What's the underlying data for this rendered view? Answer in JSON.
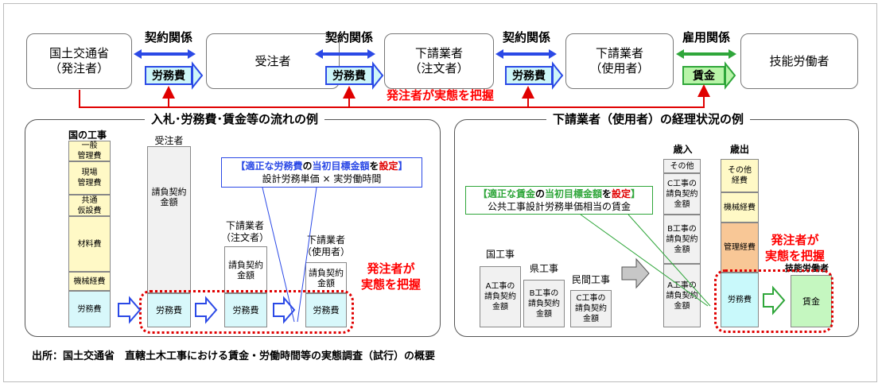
{
  "top": {
    "entities": [
      {
        "line1": "国土交通省",
        "line2": "（発注者）"
      },
      {
        "line1": "受注者",
        "line2": ""
      },
      {
        "line1": "下請業者",
        "line2": "（注文者）"
      },
      {
        "line1": "下請業者",
        "line2": "（使用者）"
      },
      {
        "line1": "技能労働者",
        "line2": ""
      }
    ],
    "relations": [
      "契約関係",
      "契約関係",
      "契約関係",
      "雇用関係"
    ],
    "pills": [
      "労務費",
      "労務費",
      "労務費",
      "賃金"
    ],
    "grasp_label": "発注者が実態を把握"
  },
  "left_panel": {
    "title": "入札･労務費･賃金等の流れの例",
    "kuni_title": "国の工事",
    "kuni_segments": [
      "一般\n管理費",
      "現場\n管理費",
      "共通\n仮設費",
      "材料費",
      "機械経費",
      "労務費"
    ],
    "juchu_title": "受注者",
    "juchu_body": "請負契約\n金額",
    "labor": "労務費",
    "sub1_title": "下請業者\n（注文者）",
    "sub2_title": "下請業者\n（使用者）",
    "sub_body": "請負契約\n金額",
    "callout_line1_a": "【",
    "callout_line1_b": "適正な労務費",
    "callout_line1_c": "の",
    "callout_line1_d": "当初目標金額",
    "callout_line1_e": "を",
    "callout_line1_f": "設定",
    "callout_line1_g": "】",
    "callout_line2": "設計労務単価 × 実労働時間",
    "grasp": "発注者が\n実態を把握"
  },
  "right_panel": {
    "title": "下請業者（使用者）の経理状況の例",
    "kuni_title": "国工事",
    "ken_title": "県工事",
    "minkan_title": "民間工事",
    "a_body": "A工事の\n請負契約\n金額",
    "b_body": "B工事の\n請負契約\n金額",
    "c_body": "C工事の\n請負契約\n金額",
    "income_title": "歳入",
    "income_segments": [
      "その他",
      "C工事の\n請負契約\n金額",
      "B工事の\n請負契約\n金額",
      "A工事の\n請負契約\n金額"
    ],
    "expense_title": "歳出",
    "expense_segments": [
      "その他\n経費",
      "機械経費",
      "管理経費",
      "労務費"
    ],
    "worker_title": "技能労働者",
    "wage": "賃金",
    "callout_line1_a": "【",
    "callout_line1_b": "適正な賃金",
    "callout_line1_c": "の",
    "callout_line1_d": "当初目標金額",
    "callout_line1_e": "を",
    "callout_line1_f": "設定",
    "callout_line1_g": "】",
    "callout_line2": "公共工事設計労務単価相当の賃金",
    "grasp": "発注者が\n実態を把握"
  },
  "source": "出所：国土交通省　直轄土木工事における賃金・労働時間等の実態調査（試行）の概要",
  "colors": {
    "blue": "#2b49e6",
    "green": "#2fa63a",
    "red": "#e00000",
    "cyan": "#c9f9fb"
  }
}
